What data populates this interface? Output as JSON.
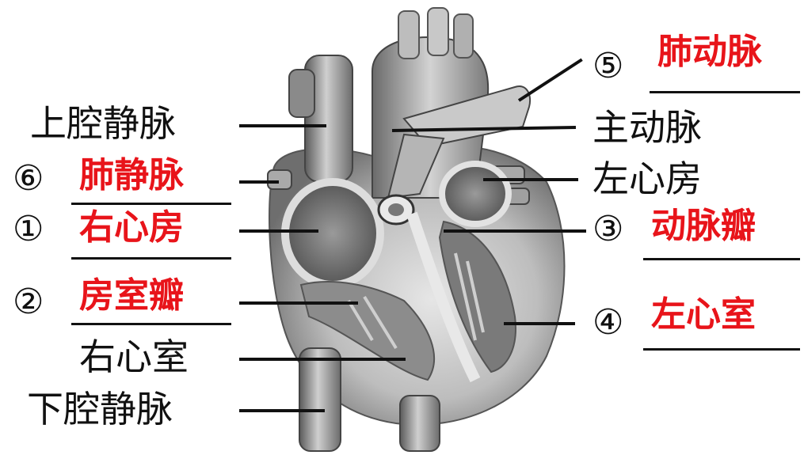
{
  "colors": {
    "answer": "#e8141a",
    "text": "#111111",
    "heart_dark": "#3a3a3a",
    "heart_mid": "#8f8f8f",
    "heart_light": "#d9d9d9"
  },
  "labels": {
    "sup_vena_cava": "上腔静脉",
    "inf_vena_cava": "下腔静脉",
    "right_ventricle": "右心室",
    "aorta": "主动脉",
    "left_atrium": "左心房"
  },
  "answers": {
    "n1": {
      "num": "①",
      "text": "右心房"
    },
    "n2": {
      "num": "②",
      "text": "房室瓣"
    },
    "n3": {
      "num": "③",
      "text": "动脉瓣"
    },
    "n4": {
      "num": "④",
      "text": "左心室"
    },
    "n5": {
      "num": "⑤",
      "text": "肺动脉"
    },
    "n6": {
      "num": "⑥",
      "text": "肺静脉"
    }
  }
}
